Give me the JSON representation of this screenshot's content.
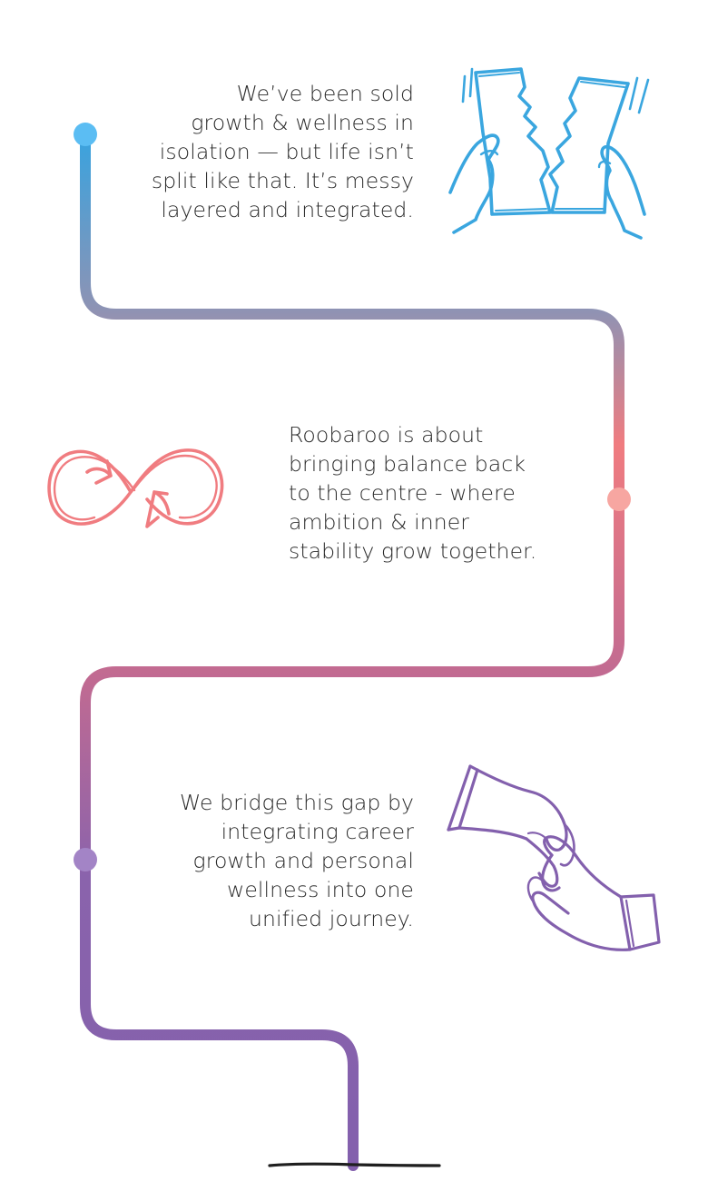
{
  "colors": {
    "blue": "#3aa6df",
    "slate": "#8e93b4",
    "coral": "#f07c80",
    "rose": "#c06a92",
    "purple": "#8360ad",
    "dot_blue": "#5bbdf3",
    "dot_coral": "#f7a6a1",
    "dot_purple": "#a384c6",
    "baseline": "#1f1f1f"
  },
  "icons": {
    "step_1": "torn-paper-hands-icon",
    "step_2": "infinity-loop-icon",
    "step_3": "reaching-hands-icon"
  },
  "steps": [
    {
      "lines": [
        "We’ve been sold",
        "growth & wellness in",
        "isolation — but life isn’t",
        "split like that. It’s messy",
        "layered and integrated."
      ]
    },
    {
      "lines": [
        "Roobaroo is about",
        "bringing balance back",
        "to the centre - where",
        "ambition & inner",
        "stability grow together."
      ]
    },
    {
      "lines": [
        "We bridge this gap by",
        "integrating career",
        "growth and personal",
        "wellness into one",
        "unified journey."
      ]
    }
  ]
}
